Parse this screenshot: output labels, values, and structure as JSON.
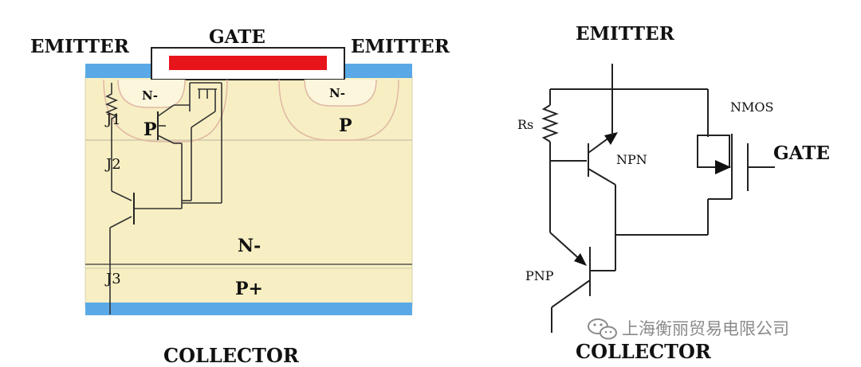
{
  "cross_section": {
    "gate_label": "GATE",
    "emitter_left_label": "EMITTER",
    "emitter_right_label": "EMITTER",
    "collector_label": "COLLECTOR",
    "region_n_minus_left": "N-",
    "region_n_minus_right": "N-",
    "region_p_left": "P",
    "region_p_right": "P",
    "region_drift": "N-",
    "region_substrate": "P+",
    "junction_j1": "J1",
    "junction_j2": "J2",
    "junction_j3": "J3",
    "colors": {
      "silicon": "#f7efc3",
      "metal": "#5aa9e6",
      "gate_poly": "#e8141b",
      "p_well_outline": "#e4b8a6",
      "junction_line": "#c9c4a8"
    }
  },
  "equivalent_circuit": {
    "emitter_label": "EMITTER",
    "gate_label": "GATE",
    "collector_label": "COLLECTOR",
    "resistor_label": "Rs",
    "npn_label": "NPN",
    "pnp_label": "PNP",
    "nmos_label": "NMOS"
  },
  "watermark": {
    "text": "上海衡丽贸易电限公司",
    "icon": "wechat-icon"
  }
}
